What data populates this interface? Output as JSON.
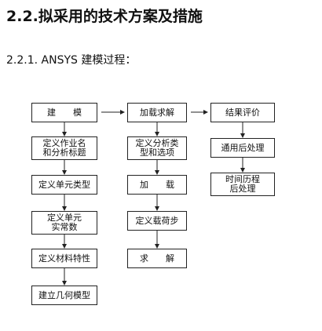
{
  "doc": {
    "heading": "2.2.拟采用的技术方案及措施",
    "subheading": "2.2.1. ANSYS 建模过程："
  },
  "flowchart": {
    "col1": [
      "建　　模",
      "定义作业名\n和分析标题",
      "定义单元类型",
      "定义单元\n实常数",
      "定义材料特性",
      "建立几何模型"
    ],
    "col2": [
      "加载求解",
      "定义分析类\n型和选项",
      "加　　载",
      "定义载荷步",
      "求　　解"
    ],
    "col3": [
      "结果评价",
      "通用后处理",
      "时间历程\n后处理"
    ]
  }
}
